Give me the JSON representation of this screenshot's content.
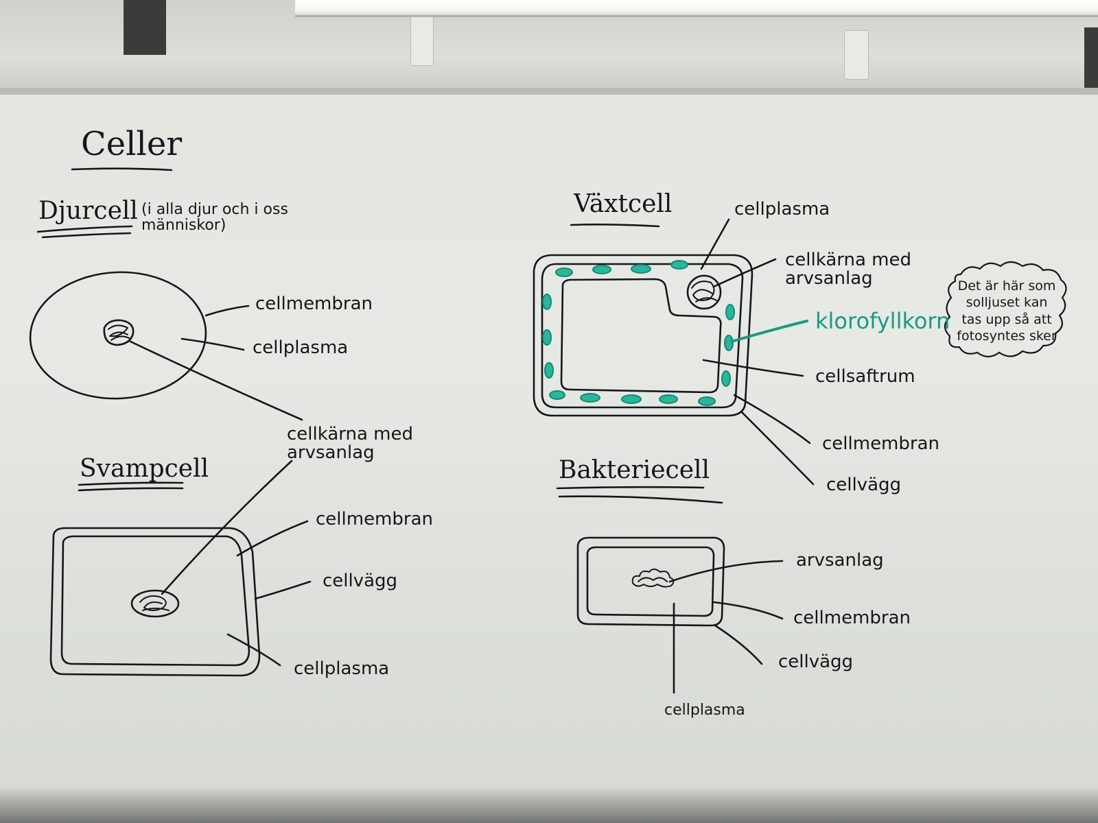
{
  "title": "Celler",
  "animal": {
    "heading": "Djurcell",
    "note": "(i alla djur och i oss människor)",
    "labels": {
      "membrane": "cellmembran",
      "cytoplasm": "cellplasma",
      "nucleus": "cellkärna med arvsanlag"
    }
  },
  "plant": {
    "heading": "Växtcell",
    "labels": {
      "cytoplasm": "cellplasma",
      "nucleus": "cellkärna med arvsanlag",
      "chlorophyll": "klorofyllkorn",
      "vacuole": "cellsaftrum",
      "membrane": "cellmembran",
      "wall": "cellvägg"
    },
    "bubble": "Det är här som solljuset kan tas upp så att fotosyntes sker"
  },
  "fungus": {
    "heading": "Svampcell",
    "labels": {
      "membrane": "cellmembran",
      "wall": "cellvägg",
      "cytoplasm": "cellplasma"
    }
  },
  "bacteria": {
    "heading": "Bakteriecell",
    "labels": {
      "dna": "arvsanlag",
      "membrane": "cellmembran",
      "wall": "cellvägg",
      "cytoplasm": "cellplasma"
    }
  },
  "colors": {
    "ink": "#15161c",
    "chlorophyll": "#1a9a82"
  }
}
